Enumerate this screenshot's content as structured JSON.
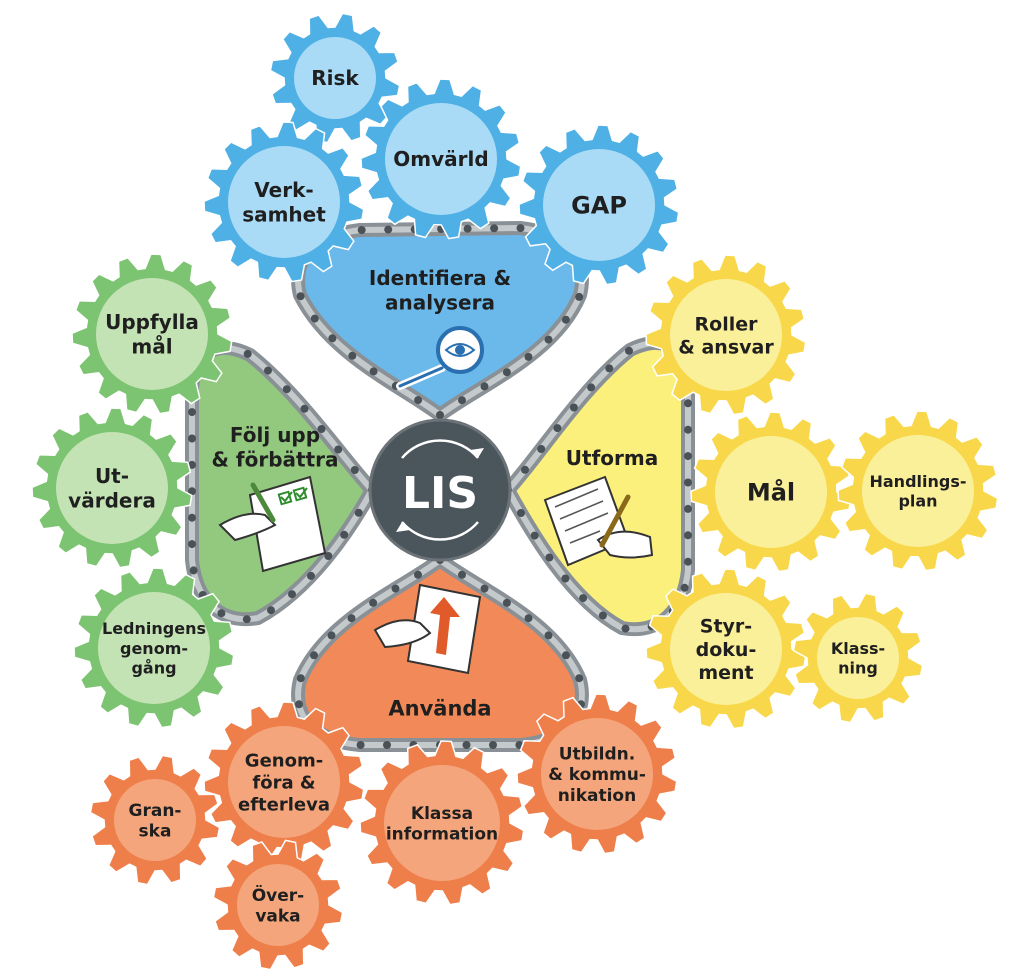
{
  "center": {
    "label": "LIS"
  },
  "petals": {
    "identify": {
      "lines": [
        "Identifiera &",
        "analysera"
      ]
    },
    "follow": {
      "lines": [
        "Följ upp",
        "& förbättra"
      ]
    },
    "design": {
      "lines": [
        "Utforma"
      ]
    },
    "use": {
      "lines": [
        "Använda"
      ]
    }
  },
  "gears": {
    "risk": {
      "lines": [
        "Risk"
      ]
    },
    "omvarld": {
      "lines": [
        "Omvärld"
      ]
    },
    "verksamhet": {
      "lines": [
        "Verk-",
        "samhet"
      ]
    },
    "gap": {
      "lines": [
        "GAP"
      ]
    },
    "uppfylla": {
      "lines": [
        "Uppfylla",
        "mål"
      ]
    },
    "utvardera": {
      "lines": [
        "Ut-",
        "värdera"
      ]
    },
    "ledningens": {
      "lines": [
        "Ledningens",
        "genom-",
        "gång"
      ]
    },
    "roller": {
      "lines": [
        "Roller",
        "& ansvar"
      ]
    },
    "mal": {
      "lines": [
        "Mål"
      ]
    },
    "handlings": {
      "lines": [
        "Handlings-",
        "plan"
      ]
    },
    "styr": {
      "lines": [
        "Styr-",
        "doku-",
        "ment"
      ]
    },
    "klassning": {
      "lines": [
        "Klass-",
        "ning"
      ]
    },
    "genomfora": {
      "lines": [
        "Genom-",
        "föra &",
        "efterleva"
      ]
    },
    "granska": {
      "lines": [
        "Gran-",
        "ska"
      ]
    },
    "overvaka": {
      "lines": [
        "Över-",
        "vaka"
      ]
    },
    "klassa": {
      "lines": [
        "Klassa",
        "information"
      ]
    },
    "utbildn": {
      "lines": [
        "Utbildn.",
        "& kommu-",
        "nikation"
      ]
    }
  },
  "colors": {
    "blue_ring": "#4fb0e5",
    "blue_fill": "#a9dbf6",
    "blue_petal": "#6ab9ea",
    "green_ring": "#7cc471",
    "green_fill": "#c4e3b5",
    "green_petal": "#93c97f",
    "yellow_ring": "#f8d84a",
    "yellow_fill": "#fbf09a",
    "yellow_petal": "#fcf07d",
    "orange_ring": "#ee7f4b",
    "orange_fill": "#f4a57b",
    "orange_petal": "#f18a58",
    "chain": "#8a9196",
    "center": "#4b555c",
    "text": "#1f1f1f"
  }
}
